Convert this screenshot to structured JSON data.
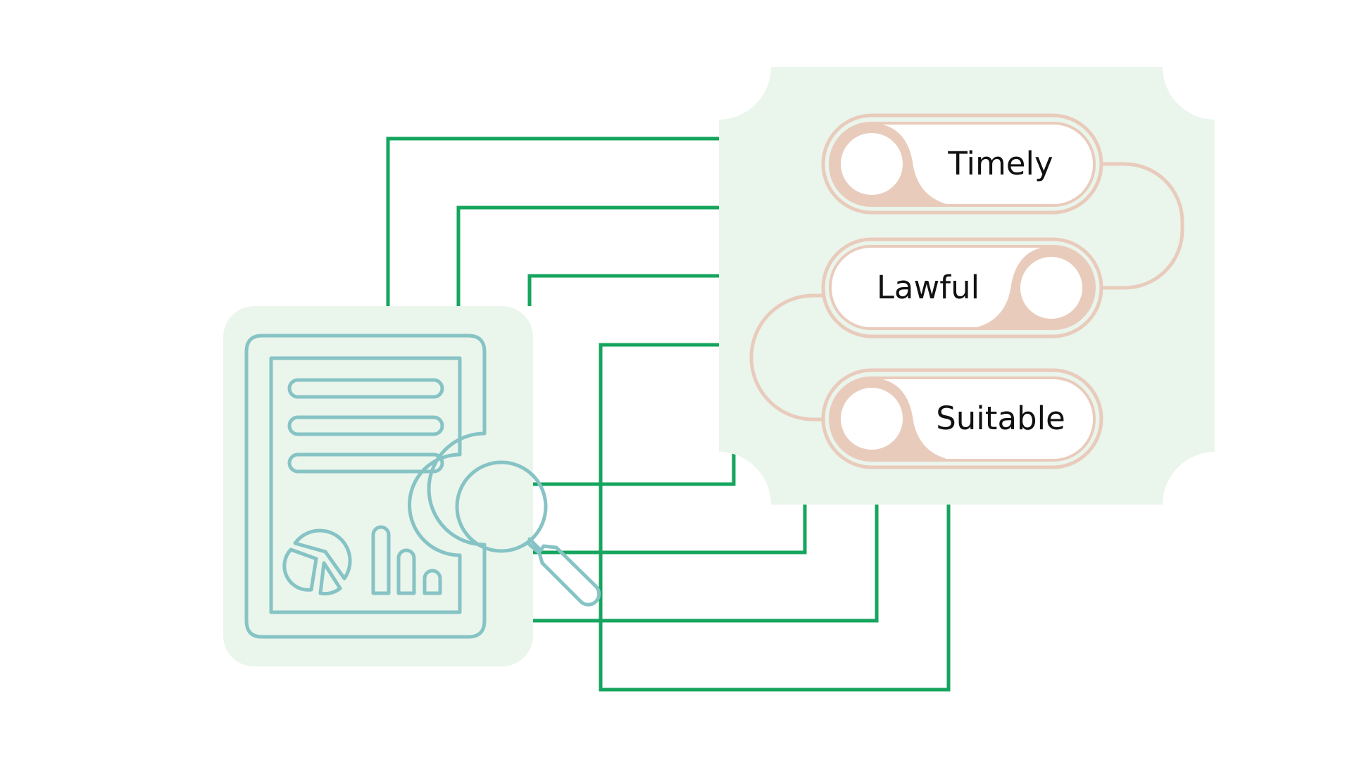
{
  "colors": {
    "background": "#ffffff",
    "panel_fill": "#eaf5ec",
    "connector_green": "#15a55e",
    "icon_teal": "#86c3c5",
    "pill_outline": "#e9cbbc",
    "pill_fill": "#ffffff",
    "label_text": "#111111"
  },
  "icons": {
    "report": "document-report-icon",
    "magnifier": "magnifying-glass-icon"
  },
  "qualities": [
    {
      "label": "Timely",
      "knob_side": "left"
    },
    {
      "label": "Lawful",
      "knob_side": "right"
    },
    {
      "label": "Suitable",
      "knob_side": "left"
    }
  ]
}
